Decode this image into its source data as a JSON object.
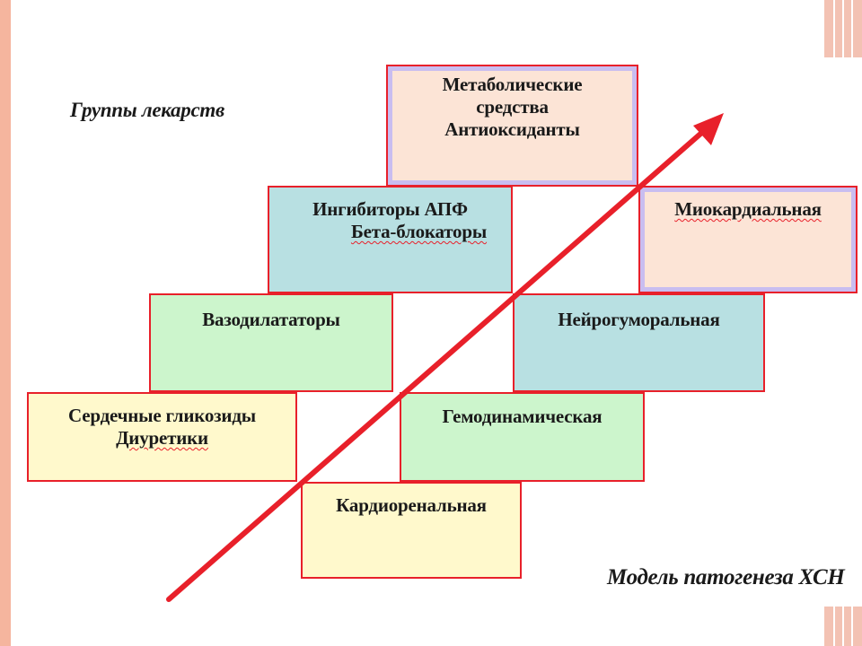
{
  "labels": {
    "drug_groups": "Группы лекарств",
    "model": "Модель патогенеза ХСН"
  },
  "boxes": {
    "metabolic": [
      "Метаболические",
      "средства",
      "Антиоксиданты"
    ],
    "ace": [
      "Ингибиторы АПФ",
      "Бета-блокаторы"
    ],
    "myocardial": "Миокардиальная",
    "vasodilators": "Вазодилататоры",
    "neurohumoral": "Нейрогуморальная",
    "glycosides": [
      "Сердечные гликозиды",
      "Диуретики"
    ],
    "hemodynamic": "Гемодинамическая",
    "cardiorenal": "Кардиоренальная"
  },
  "colors": {
    "border": "#e8202a",
    "arrow": "#e8202a",
    "peach": "#fce4d6",
    "blue": "#b8e0e2",
    "green": "#ccf5cc",
    "yellow": "#fff9cc",
    "lavender": "#c9bdf0"
  }
}
